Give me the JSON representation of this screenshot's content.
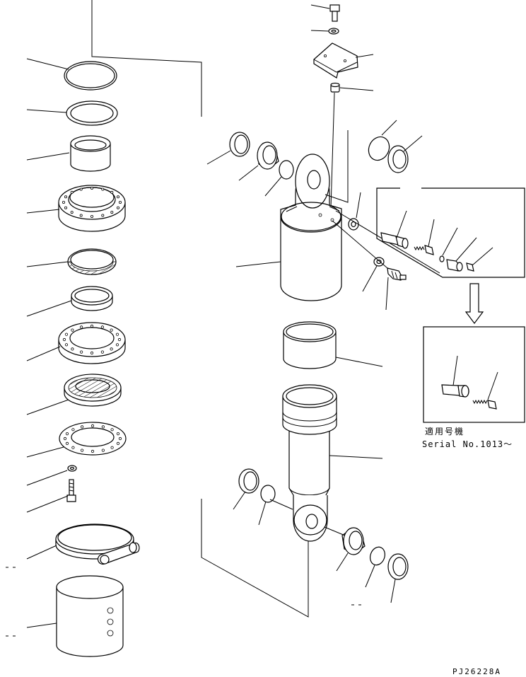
{
  "inset": {
    "caption_applicable_models": "適用号機",
    "caption_serial": "Serial No.1013～"
  },
  "drawing_code": "PJ26228A"
}
